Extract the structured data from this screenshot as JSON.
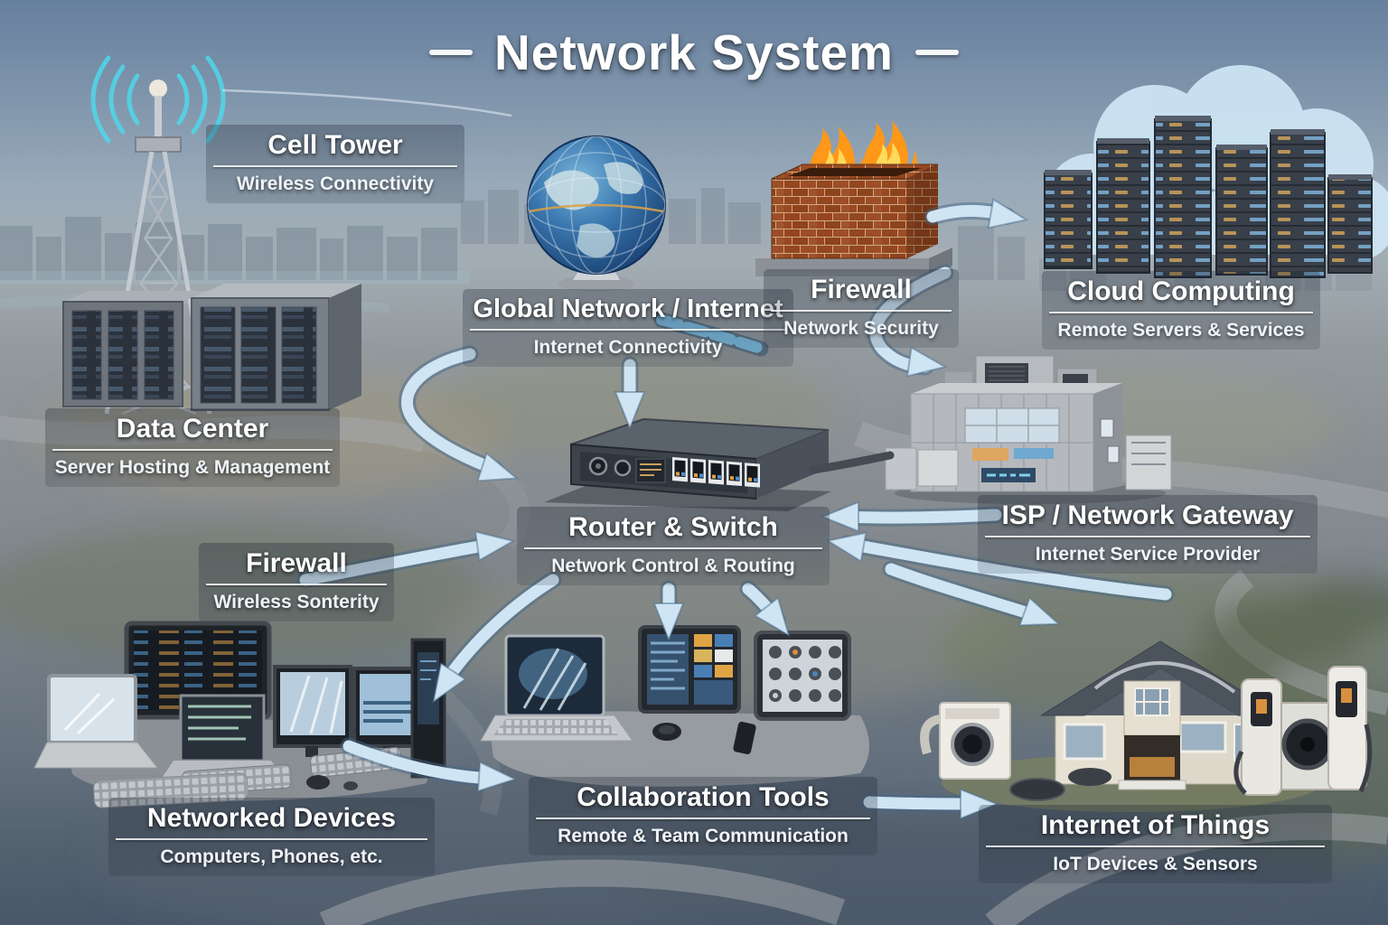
{
  "title": {
    "text": "Network System"
  },
  "nodes": {
    "cell_tower": {
      "label": "Cell Tower",
      "sublabel": "Wireless Connectivity"
    },
    "data_center": {
      "label": "Data Center",
      "sublabel": "Server Hosting & Management"
    },
    "global_network": {
      "label": "Global Network / Internet",
      "sublabel": "Internet Connectivity"
    },
    "firewall_top": {
      "label": "Firewall",
      "sublabel": "Network Security"
    },
    "cloud_computing": {
      "label": "Cloud Computing",
      "sublabel": "Remote Servers & Services"
    },
    "router_switch": {
      "label": "Router & Switch",
      "sublabel": "Network Control & Routing"
    },
    "isp_gateway": {
      "label": "ISP / Network Gateway",
      "sublabel": "Internet Service Provider"
    },
    "firewall_left": {
      "label": "Firewall",
      "sublabel": "Wireless Sonterity"
    },
    "networked_devices": {
      "label": "Networked Devices",
      "sublabel": "Computers, Phones, etc."
    },
    "collaboration_tools": {
      "label": "Collaboration Tools",
      "sublabel": "Remote & Team Communication"
    },
    "internet_of_things": {
      "label": "Internet of Things",
      "sublabel": "IoT Devices & Sensors"
    }
  },
  "icons": {
    "cell_tower": "lattice-radio-tower-with-wireless-waves",
    "data_center": "server-container-buildings",
    "global_network": "globe-on-stand",
    "firewall_top": "brick-wall-with-flames",
    "cloud_computing": "cloud-with-server-racks",
    "router_switch": "network-router-with-ethernet-ports",
    "isp_gateway": "industrial-gateway-building",
    "networked_devices": "monitors-laptops-keyboards-mouse",
    "collaboration_tools": "laptop-and-tablets-on-desk",
    "internet_of_things": "smart-home-house-appliances-ev-chargers"
  },
  "colors": {
    "arrow": "#cfe5f4",
    "label_text": "#ffffff",
    "wireless_wave": "#4fd8ea",
    "flame_outer": "#ff9718",
    "flame_inner": "#ffd95c",
    "brick": "#9a4a22",
    "globe": "#3a77ae",
    "cloud": "#cfe6f5",
    "sky_top": "#67809f",
    "terrain": "#83898e"
  }
}
